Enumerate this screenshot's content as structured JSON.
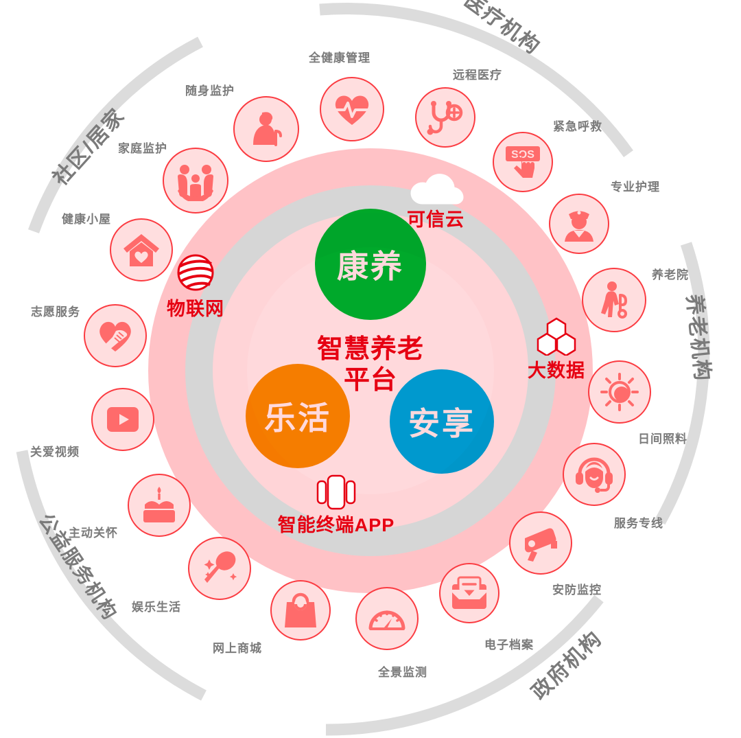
{
  "center": {
    "platform_line1": "智慧养老",
    "platform_line2": "平台",
    "venn": [
      {
        "label": "康养",
        "color": "#00c731",
        "icon": "green-circle"
      },
      {
        "label": "乐活",
        "color": "#f59300",
        "icon": "orange-circle"
      },
      {
        "label": "安享",
        "color": "#00b4ef",
        "icon": "blue-circle"
      }
    ],
    "tech_tags": [
      {
        "label": "可信云",
        "icon": "cloud-icon"
      },
      {
        "label": "物联网",
        "icon": "iot-globe-icon"
      },
      {
        "label": "大数据",
        "icon": "hexagon-data-icon"
      },
      {
        "label": "智能终端APP",
        "icon": "mobile-app-icon"
      }
    ]
  },
  "arcs": [
    {
      "label": "社区/居家"
    },
    {
      "label": "医疗机构"
    },
    {
      "label": "养老机构"
    },
    {
      "label": "政府机构"
    },
    {
      "label": "公益服务机构"
    }
  ],
  "services": [
    {
      "label": "全健康管理",
      "icon": "heart-pulse-icon"
    },
    {
      "label": "远程医疗",
      "icon": "stethoscope-icon"
    },
    {
      "label": "紧急呼救",
      "icon": "sos-icon"
    },
    {
      "label": "专业护理",
      "icon": "nurse-icon"
    },
    {
      "label": "养老院",
      "icon": "elderly-walker-icon"
    },
    {
      "label": "日间照料",
      "icon": "sun-care-icon"
    },
    {
      "label": "服务专线",
      "icon": "headset-operator-icon"
    },
    {
      "label": "安防监控",
      "icon": "cctv-camera-icon"
    },
    {
      "label": "电子档案",
      "icon": "archive-folder-icon"
    },
    {
      "label": "全景监测",
      "icon": "gauge-meter-icon"
    },
    {
      "label": "网上商城",
      "icon": "shopping-bag-icon"
    },
    {
      "label": "娱乐生活",
      "icon": "microphone-icon"
    },
    {
      "label": "主动关怀",
      "icon": "birthday-cake-icon"
    },
    {
      "label": "关爱视频",
      "icon": "video-play-icon"
    },
    {
      "label": "志愿服务",
      "icon": "heart-hand-icon"
    },
    {
      "label": "健康小屋",
      "icon": "house-heart-icon"
    },
    {
      "label": "家庭监护",
      "icon": "family-icon"
    },
    {
      "label": "随身监护",
      "icon": "elderly-cane-icon"
    }
  ],
  "colors": {
    "accent_red": "#e60012",
    "bubble_fill": "#ffdedf",
    "bubble_stroke": "#fb3b41",
    "icon_red": "#ff6b6b",
    "ring_pink": "#ffc2c6",
    "ring_gray": "#d6d6d6",
    "arc_gray": "#dcdcdc",
    "label_gray": "#7a7a7a"
  }
}
